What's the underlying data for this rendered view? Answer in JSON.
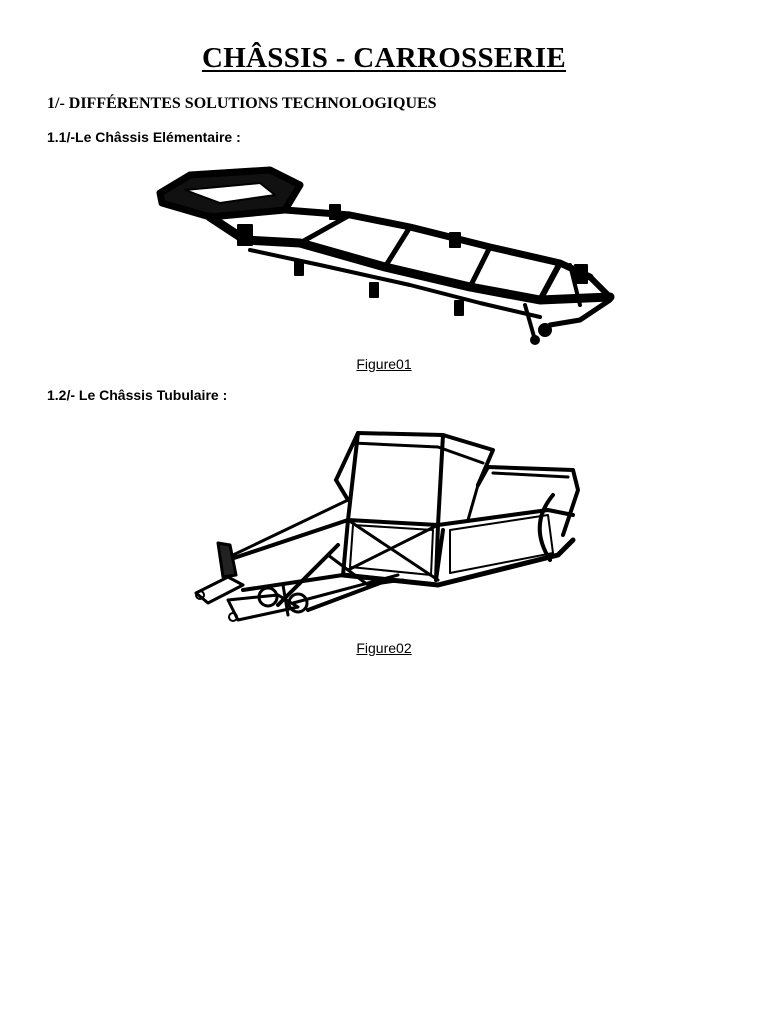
{
  "document": {
    "title": "CHÂSSIS - CARROSSERIE",
    "section_1": "1/- DIFFÉRENTES SOLUTIONS TECHNOLOGIQUES",
    "subsection_1_1": "1.1/-Le Châssis Elémentaire :",
    "figure_1_caption": "Figure01",
    "subsection_1_2": "1.2/- Le Châssis Tubulaire :",
    "figure_2_caption": "Figure02"
  },
  "figures": {
    "figure_1_subject": "ladder-chassis-drawing",
    "figure_2_subject": "tubular-space-frame-drawing",
    "ink_color": "#000000"
  }
}
